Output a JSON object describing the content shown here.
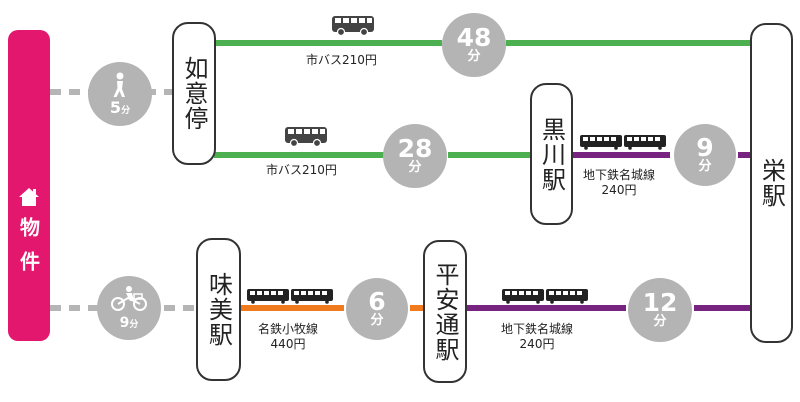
{
  "property": {
    "label": "物件",
    "icon": "house-icon",
    "color": "#e4176f"
  },
  "stations": {
    "nyoi": "如意停",
    "kurokawa": "黒川駅",
    "sakae": "栄駅",
    "ajima": "味美駅",
    "heiandori": "平安通駅"
  },
  "legs": {
    "walk": {
      "mode": "walk",
      "icon": "walking-person-icon",
      "minutes": "5",
      "unit": "分"
    },
    "bike": {
      "mode": "bicycle",
      "icon": "bicycle-icon",
      "minutes": "9",
      "unit": "分"
    },
    "bus_direct": {
      "mode": "bus",
      "icon": "bus-icon",
      "line": "市バス210円",
      "minutes": "48",
      "unit": "分",
      "color": "#4caf50"
    },
    "bus_kurokawa": {
      "mode": "bus",
      "icon": "bus-icon",
      "line": "市バス210円",
      "minutes": "28",
      "unit": "分",
      "color": "#4caf50"
    },
    "subway_kurokawa": {
      "mode": "train",
      "icon": "train-icon",
      "line": "地下鉄名城線",
      "fare": "240円",
      "minutes": "9",
      "unit": "分",
      "color": "#76247f"
    },
    "meitetsu": {
      "mode": "train",
      "icon": "train-icon",
      "line": "名鉄小牧線",
      "fare": "440円",
      "minutes": "6",
      "unit": "分",
      "color": "#f07a1e"
    },
    "subway_heian": {
      "mode": "train",
      "icon": "train-icon",
      "line": "地下鉄名城線",
      "fare": "240円",
      "minutes": "12",
      "unit": "分",
      "color": "#76247f"
    }
  }
}
